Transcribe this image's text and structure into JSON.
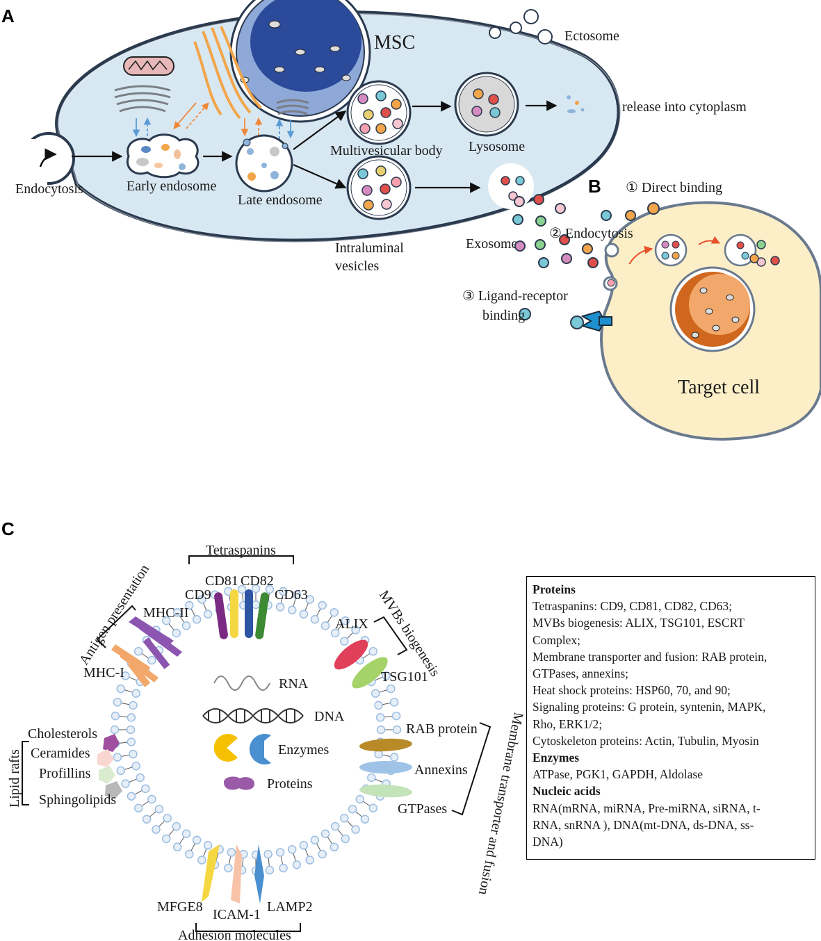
{
  "panels": {
    "a": "A",
    "b": "B",
    "c": "C"
  },
  "panel_a": {
    "msc": "MSC",
    "ectosome": "Ectosome",
    "release": "release into cytoplasm",
    "endocytosis": "Endocytosis",
    "early_endosome": "Early endosome",
    "late_endosome": "Late endosome",
    "multivesicular_body": "Multivesicular body",
    "lysosome": "Lysosome",
    "intraluminal_1": "Intraluminal",
    "intraluminal_2": "vesicles",
    "exosome": "Exosome"
  },
  "panel_b": {
    "direct_binding": "① Direct binding",
    "endocytosis": "② Endocytosis",
    "ligand_1": "③ Ligand-receptor",
    "ligand_2": "binding",
    "target_cell": "Target cell"
  },
  "panel_c": {
    "tetraspanins": "Tetraspanins",
    "cd9": "CD9",
    "cd81": "CD81",
    "cd82": "CD82",
    "cd63": "CD63",
    "antigen": "Antigen presentation",
    "mhc2": "MHC-II",
    "mhc1": "MHC-I",
    "mvb": "MVBs biogenesis",
    "alix": "ALIX",
    "tsg101": "TSG101",
    "lipid_rafts": "Lipid rafts",
    "cholesterols": "Cholesterols",
    "ceramides": "Ceramides",
    "profillins": "Profillins",
    "sphingolipids": "Sphingolipids",
    "rna": "RNA",
    "dna": "DNA",
    "enzymes": "Enzymes",
    "proteins": "Proteins",
    "membrane": "Membrane transporter and fusion",
    "rab": "RAB protein",
    "annexins": "Annexins",
    "gtpases": "GTPases",
    "mfge8": "MFGE8",
    "icam1": "ICAM-1",
    "lamp2": "LAMP2",
    "adhesion": "Adhesion molecules"
  },
  "box": {
    "h_proteins": "Proteins",
    "l1": "Tetraspanins: CD9, CD81, CD82, CD63;",
    "l2": "MVBs biogenesis: ALIX,  TSG101, ESCRT",
    "l3": "Complex;",
    "l4": "Membrane transporter and fusion: RAB protein,",
    "l5": "GTPases, annexins;",
    "l6": "Heat shock proteins: HSP60, 70, and 90;",
    "l7": "Signaling  proteins: G protein, syntenin, MAPK,",
    "l8": "Rho, ERK1/2;",
    "l9": "Cytoskeleton proteins: Actin, Tubulin, Myosin",
    "h_enzymes": "Enzymes",
    "l10": "ATPase, PGK1, GAPDH, Aldolase",
    "h_nucleic": "Nucleic acids",
    "l11": "RNA(mRNA, miRNA, Pre-miRNA, siRNA, t-",
    "l12": "RNA, snRNA ), DNA(mt-DNA, ds-DNA, ss-",
    "l13": "DNA)"
  }
}
